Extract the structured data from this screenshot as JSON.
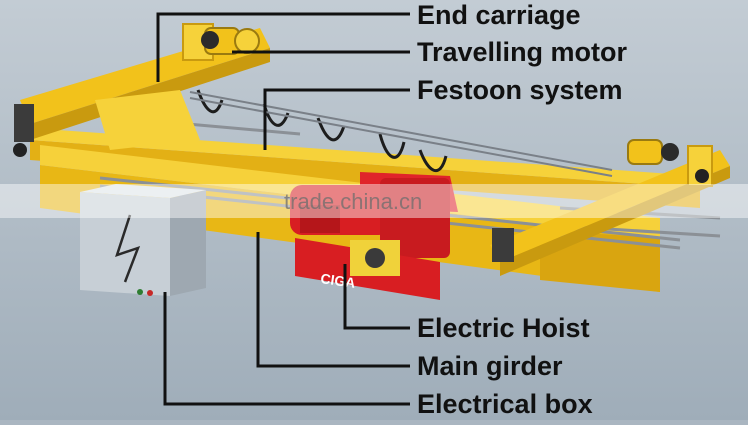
{
  "callouts": [
    "End carriage",
    "Travelling motor",
    "Festoon system",
    "Electric Hoist",
    "Main girder",
    "Electrical box"
  ],
  "hoist_brand": "CIGA",
  "watermark": "trade.china.cn",
  "colors": {
    "background": "#aab6c1",
    "girder_yellow": "#f2c21b",
    "hoist_red": "#d81e22",
    "electrical_box": "#c7cfd6",
    "leader_line": "#111111"
  }
}
